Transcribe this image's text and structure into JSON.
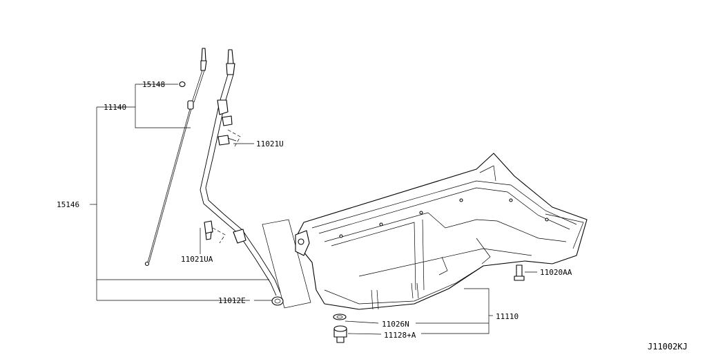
{
  "labels": {
    "p15148": "15148",
    "p11140": "11140",
    "p11021U": "11021U",
    "p15146": "15146",
    "p11021UA": "11021UA",
    "p11012E": "11012E",
    "p11026N": "11026N",
    "p11128A": "11128+A",
    "p11110": "11110",
    "p11020AA": "11020AA"
  },
  "diagram_id": "J11002KJ"
}
